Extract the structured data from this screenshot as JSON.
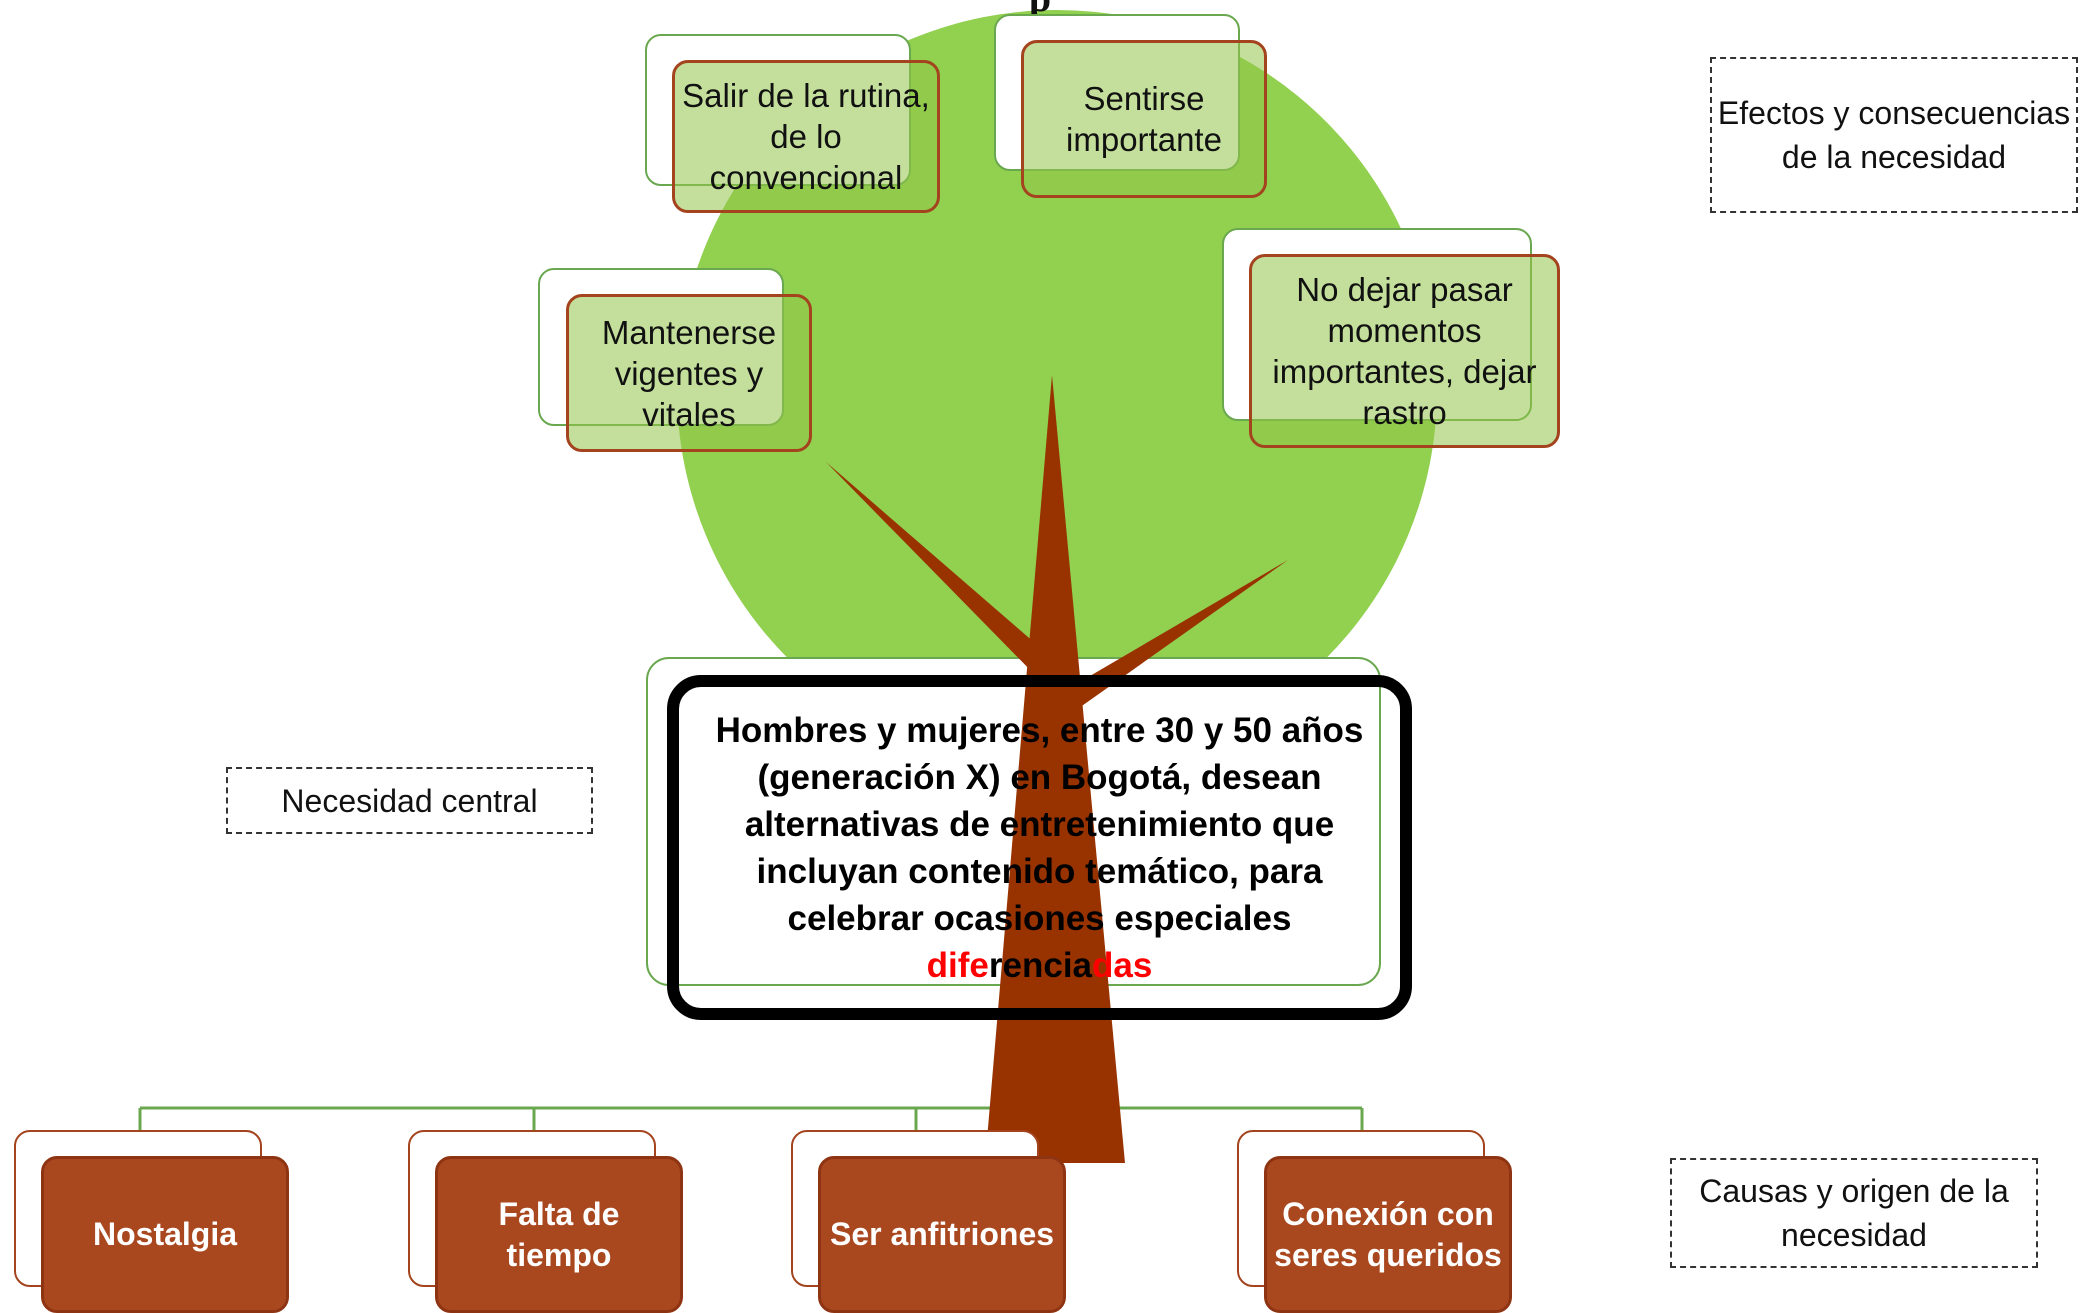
{
  "title_fragment": "p",
  "labels": {
    "effects": "Efectos y consecuencias de la necesidad",
    "central": "Necesidad central",
    "causes": "Causas y origen de la necesidad"
  },
  "effects": [
    "Salir de la rutina, de lo convencional",
    "Sentirse importante",
    "Mantenerse vigentes y vitales",
    "No dejar pasar momentos importantes, dejar rastro"
  ],
  "central_need": {
    "text_main": "Hombres y mujeres, entre 30 y 50 años (generación X) en Bogotá, desean alternativas de entretenimiento que incluyan contenido temático, para celebrar ocasiones especiales",
    "last_word_parts": [
      "dife",
      "renc",
      "ia",
      "das"
    ]
  },
  "causes": [
    "Nostalgia",
    "Falta de tiempo",
    "Ser anfitriones",
    "Conexión con seres queridos"
  ],
  "colors": {
    "canopy": "#92d050",
    "trunk": "#983300",
    "cause_fill": "#a9471f",
    "highlight": "#ff0000"
  }
}
